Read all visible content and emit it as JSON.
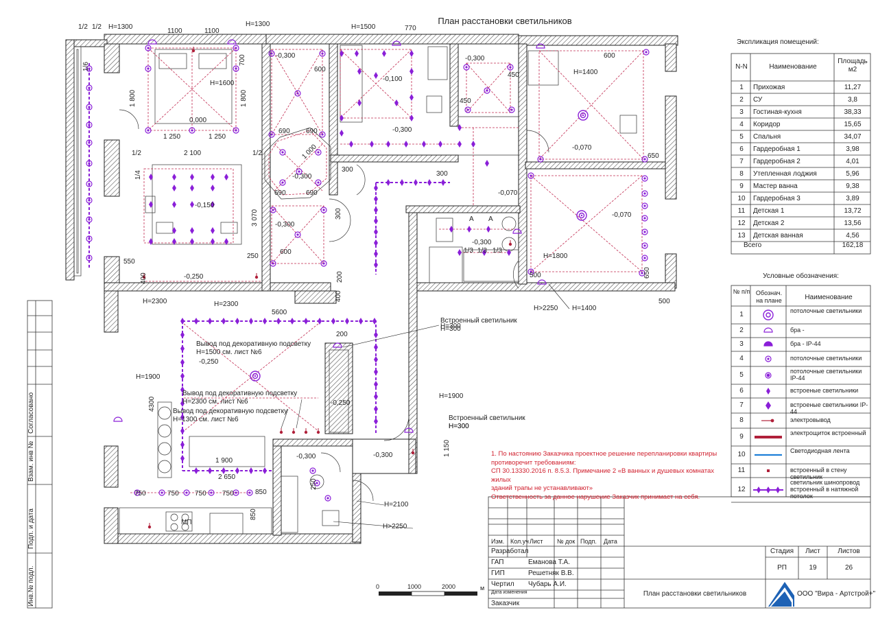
{
  "title": "План расстановки светильников",
  "rooms_table": {
    "title": "Экспликация помещений:",
    "headers": [
      "N-N",
      "Наименование",
      "Площадь м2"
    ],
    "rows": [
      [
        "1",
        "Прихожая",
        "11,27"
      ],
      [
        "2",
        "СУ",
        "3,8"
      ],
      [
        "3",
        "Гостиная-кухня",
        "38,33"
      ],
      [
        "4",
        "Коридор",
        "15,65"
      ],
      [
        "5",
        "Спальня",
        "34,07"
      ],
      [
        "6",
        "Гардеробная 1",
        "3,98"
      ],
      [
        "7",
        "Гардеробная 2",
        "4,01"
      ],
      [
        "8",
        "Утепленная лоджия",
        "5,96"
      ],
      [
        "9",
        "Мастер ванна",
        "9,38"
      ],
      [
        "10",
        "Гардеробная 3",
        "3,89"
      ],
      [
        "11",
        "Детская 1",
        "13,72"
      ],
      [
        "12",
        "Детская 2",
        "13,56"
      ],
      [
        "13",
        "Детская ванная",
        "4,56"
      ]
    ],
    "total_label": "Всего",
    "total_value": "162,18"
  },
  "legend_table": {
    "title": "Условные обозначения:",
    "headers": [
      "№ п/п",
      "Обознач. на плане",
      "Наименование"
    ],
    "rows": [
      {
        "n": "1",
        "symbol": "ceiling-big",
        "name": "потолочные светильники"
      },
      {
        "n": "2",
        "symbol": "sconce",
        "name": "бра -"
      },
      {
        "n": "3",
        "symbol": "sconce-ip",
        "name": "бра - IP-44"
      },
      {
        "n": "4",
        "symbol": "ceiling-small",
        "name": "потолочные светильники"
      },
      {
        "n": "5",
        "symbol": "ceiling-ip",
        "name": "потолочные светильники IP-44"
      },
      {
        "n": "6",
        "symbol": "builtin",
        "name": "встроеные светильники"
      },
      {
        "n": "7",
        "symbol": "builtin-ip",
        "name": "встроеные светильники IP-44"
      },
      {
        "n": "8",
        "symbol": "outlet",
        "name": "электровывод"
      },
      {
        "n": "9",
        "symbol": "panel",
        "name": "электрощиток встроенный"
      },
      {
        "n": "10",
        "symbol": "led",
        "name": "Светодиодная лента"
      },
      {
        "n": "11",
        "symbol": "wall",
        "name": "встроенный в стену светильник"
      },
      {
        "n": "12",
        "symbol": "track",
        "name": "светильник шинопровод встроенный в натяжной потолок"
      }
    ]
  },
  "note_lines": [
    "1. По настоянию Заказчика проектное решение перепланировки квартиры",
    "противоречит требованиям:",
    "СП 30.13330.2016 п. 8.5.3. Примечание 2 «В ванных и душевых комнатах жилых",
    "зданий трапы не устанавливают»",
    "Ответственность за данное нарушение Заказчик принимает на себя."
  ],
  "stamp": {
    "col_headers": [
      "Изм.",
      "Кол.уч",
      "Лист",
      "№ док",
      "Подп.",
      "Дата"
    ],
    "roles": [
      {
        "role": "Разработал",
        "name": ""
      },
      {
        "role": "ГАП",
        "name": "Еманова Т.А."
      },
      {
        "role": "ГИП",
        "name": "Решетняк В.В."
      },
      {
        "role": "Чертил",
        "name": "Чубарь А.И."
      },
      {
        "role": "Дата изменения",
        "name": ""
      },
      {
        "role": "Заказчик",
        "name": ""
      }
    ],
    "stage_label": "Стадия",
    "sheet_label": "Лист",
    "sheets_label": "Листов",
    "stage": "РП",
    "sheet": "19",
    "sheets": "26",
    "drawing_name": "План расстановки светильников",
    "company": "ООО \"Вира - Артстрой+\""
  },
  "side_stamp": [
    "Согласовано",
    "Взам. инв №",
    "Подп. и дата",
    "Инв.№ подл."
  ],
  "scale": {
    "ticks": [
      "0",
      "1000",
      "2000"
    ],
    "unit": "м"
  },
  "heights": [
    "H=1300",
    "H=1300",
    "H=1500",
    "H=1600",
    "H=1400",
    "H=2300",
    "H=2300",
    "H=1800",
    "H>2250",
    "H=1400",
    "H=1900",
    "H=1900",
    "H=300",
    "H=300",
    "H=2100",
    "H>2250"
  ],
  "levels": [
    "0,000",
    "-0,150",
    "-0,250",
    "-0,300",
    "-0,300",
    "-0,300",
    "-0,100",
    "-0,300",
    "-0,300",
    "-0,070",
    "-0,070",
    "-0,300",
    "-0,300",
    "-0,070",
    "-0,250",
    "-0,250",
    "-0,300"
  ],
  "dims": [
    "1/2",
    "1/2",
    "1100",
    "1100",
    "770",
    "600",
    "600",
    "450",
    "1 800",
    "1 800",
    "700",
    "1 250",
    "1 250",
    "2 100",
    "1/2",
    "1/2",
    "1/4",
    "3 070",
    "550",
    "250",
    "400",
    "690",
    "690",
    "690",
    "690",
    "1 000",
    "300",
    "300",
    "200",
    "450",
    "300",
    "650",
    "600",
    "500",
    "500",
    "650",
    "5600",
    "200",
    "400",
    "4300",
    "1 900",
    "2 650",
    "750",
    "750",
    "750",
    "750",
    "850",
    "850",
    "1 150",
    "1/3",
    "1/3",
    "1/3",
    "A",
    "A",
    "МП",
    "250",
    "1/6"
  ],
  "plan_labels": {
    "builtin1": "Встроенный светильник",
    "builtin1_h": "H=300",
    "builtin2": "Встроенный светильник",
    "builtin2_h": "H=300",
    "deco1a": "Вывод под декоративную подсветку",
    "deco1b": "H=1500 см. лист №6",
    "deco2a": "Вывод под декоративную подсветку",
    "deco2b": "H=2300 см. лист №6",
    "deco3a": "Вывод под декоративную подсветку",
    "deco3b": "H=1300 см. лист №6"
  },
  "colors": {
    "accent": "#8a1fd8",
    "wall": "#222222",
    "red": "#c0284e",
    "note": "#d0202e"
  }
}
